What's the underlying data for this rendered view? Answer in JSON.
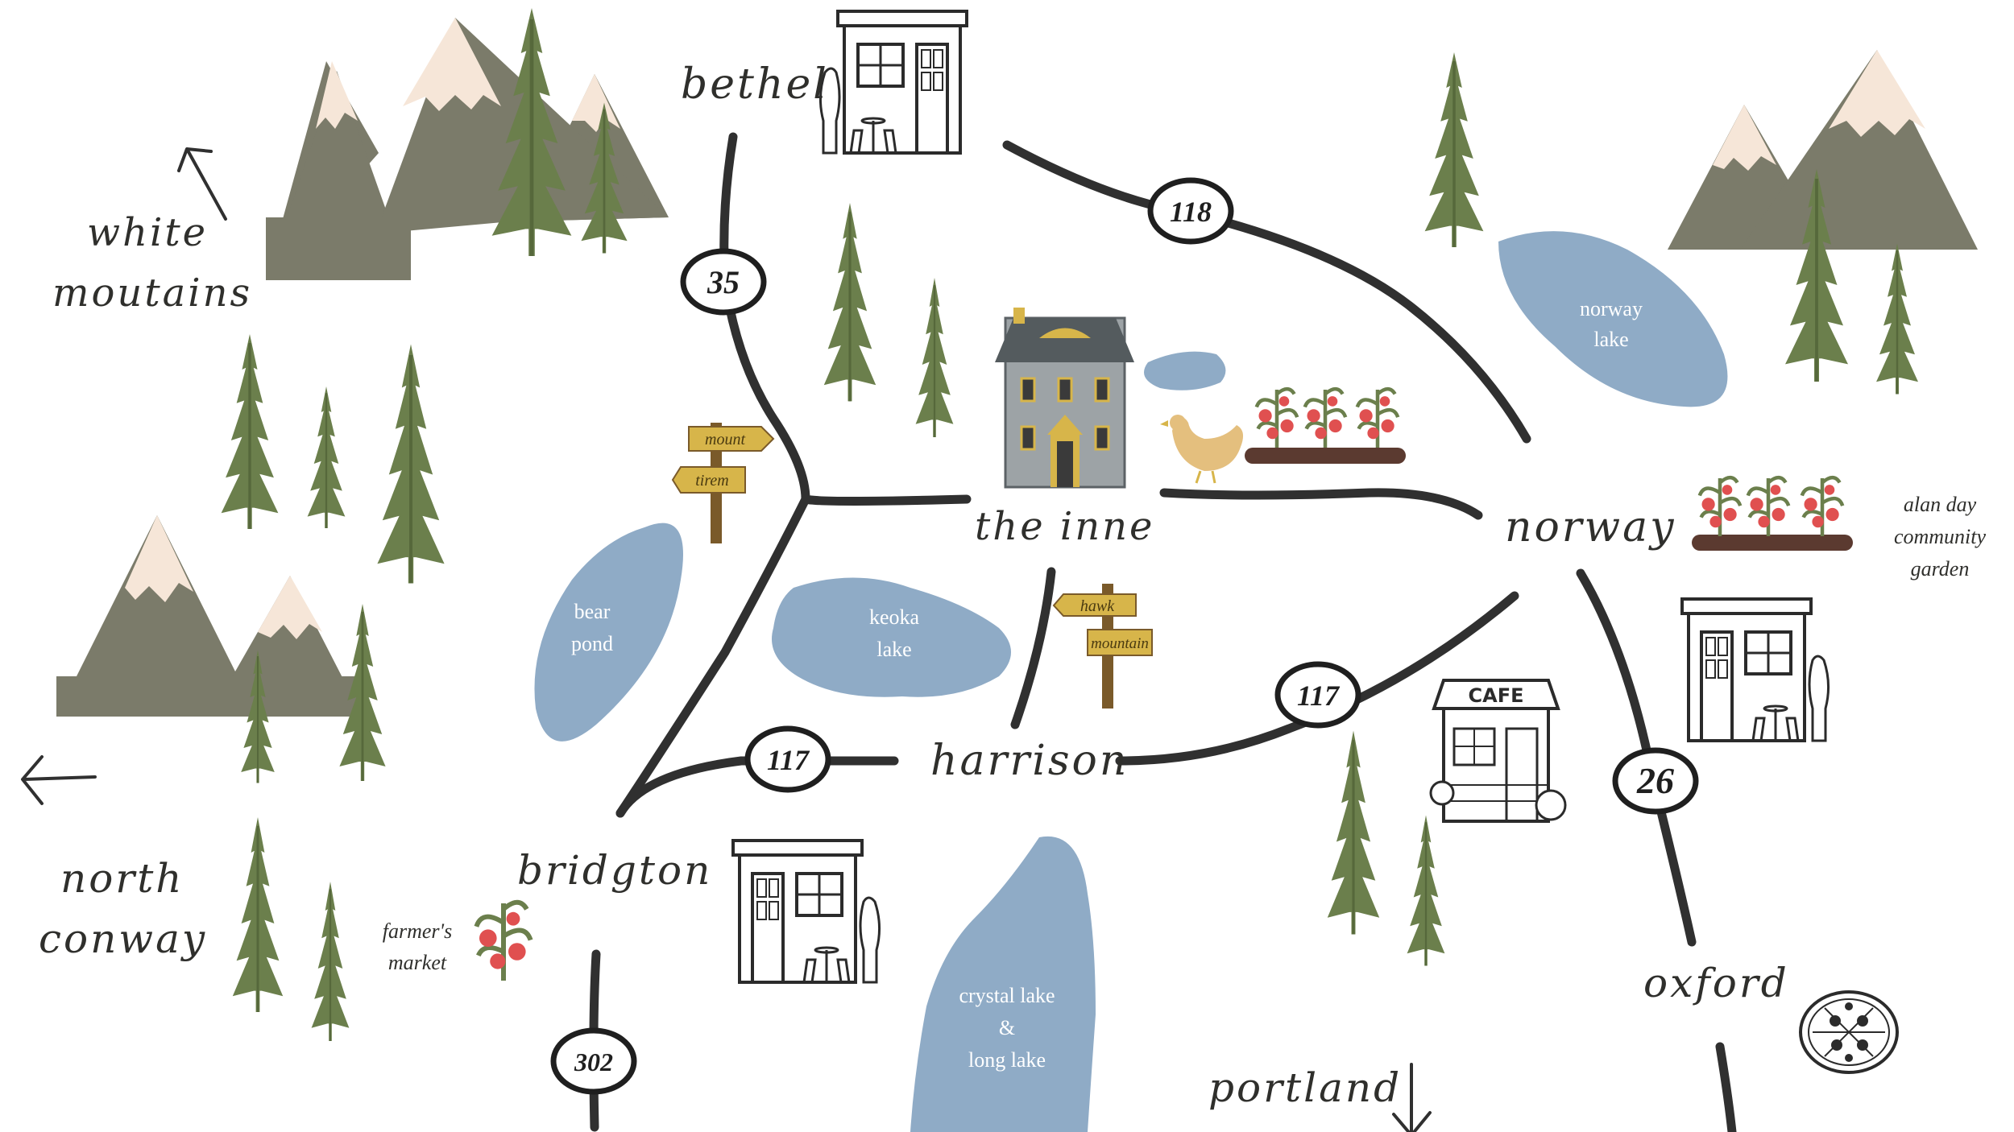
{
  "towns": {
    "bethel": "bethel",
    "white_mountains_line1": "white",
    "white_mountains_line2": "moutains",
    "north_conway_line1": "north",
    "north_conway_line2": "conway",
    "bridgton": "bridgton",
    "the_inne": "the inne",
    "harrison": "harrison",
    "norway": "norway",
    "oxford": "oxford",
    "portland": "portland"
  },
  "water": {
    "norway_lake_line1": "norway",
    "norway_lake_line2": "lake",
    "bear_pond_line1": "bear",
    "bear_pond_line2": "pond",
    "keoka_lake_line1": "keoka",
    "keoka_lake_line2": "lake",
    "crystal_lake_line1": "crystal lake",
    "crystal_lake_line2": "&",
    "crystal_lake_line3": "long lake"
  },
  "routes": {
    "r35": "35",
    "r118": "118",
    "r117_west": "117",
    "r117_east": "117",
    "r26": "26",
    "r302": "302"
  },
  "signs": {
    "mount_top": "mount",
    "mount_bottom": "tirem",
    "hawk_top": "hawk",
    "hawk_bottom": "mountain"
  },
  "notes": {
    "farmers_market_line1": "farmer's",
    "farmers_market_line2": "market",
    "garden_line1": "alan day",
    "garden_line2": "community",
    "garden_line3": "garden",
    "cafe_sign": "CAFE"
  },
  "colors": {
    "mountain": "#7b7b6a",
    "snow": "#f6e6d8",
    "tree": "#6b7f4c",
    "water": "#8fabc6",
    "road": "#303030",
    "sign": "#d7b54a",
    "inn": "#9da3a6",
    "soil": "#5b3a30",
    "tomato": "#e05050"
  }
}
